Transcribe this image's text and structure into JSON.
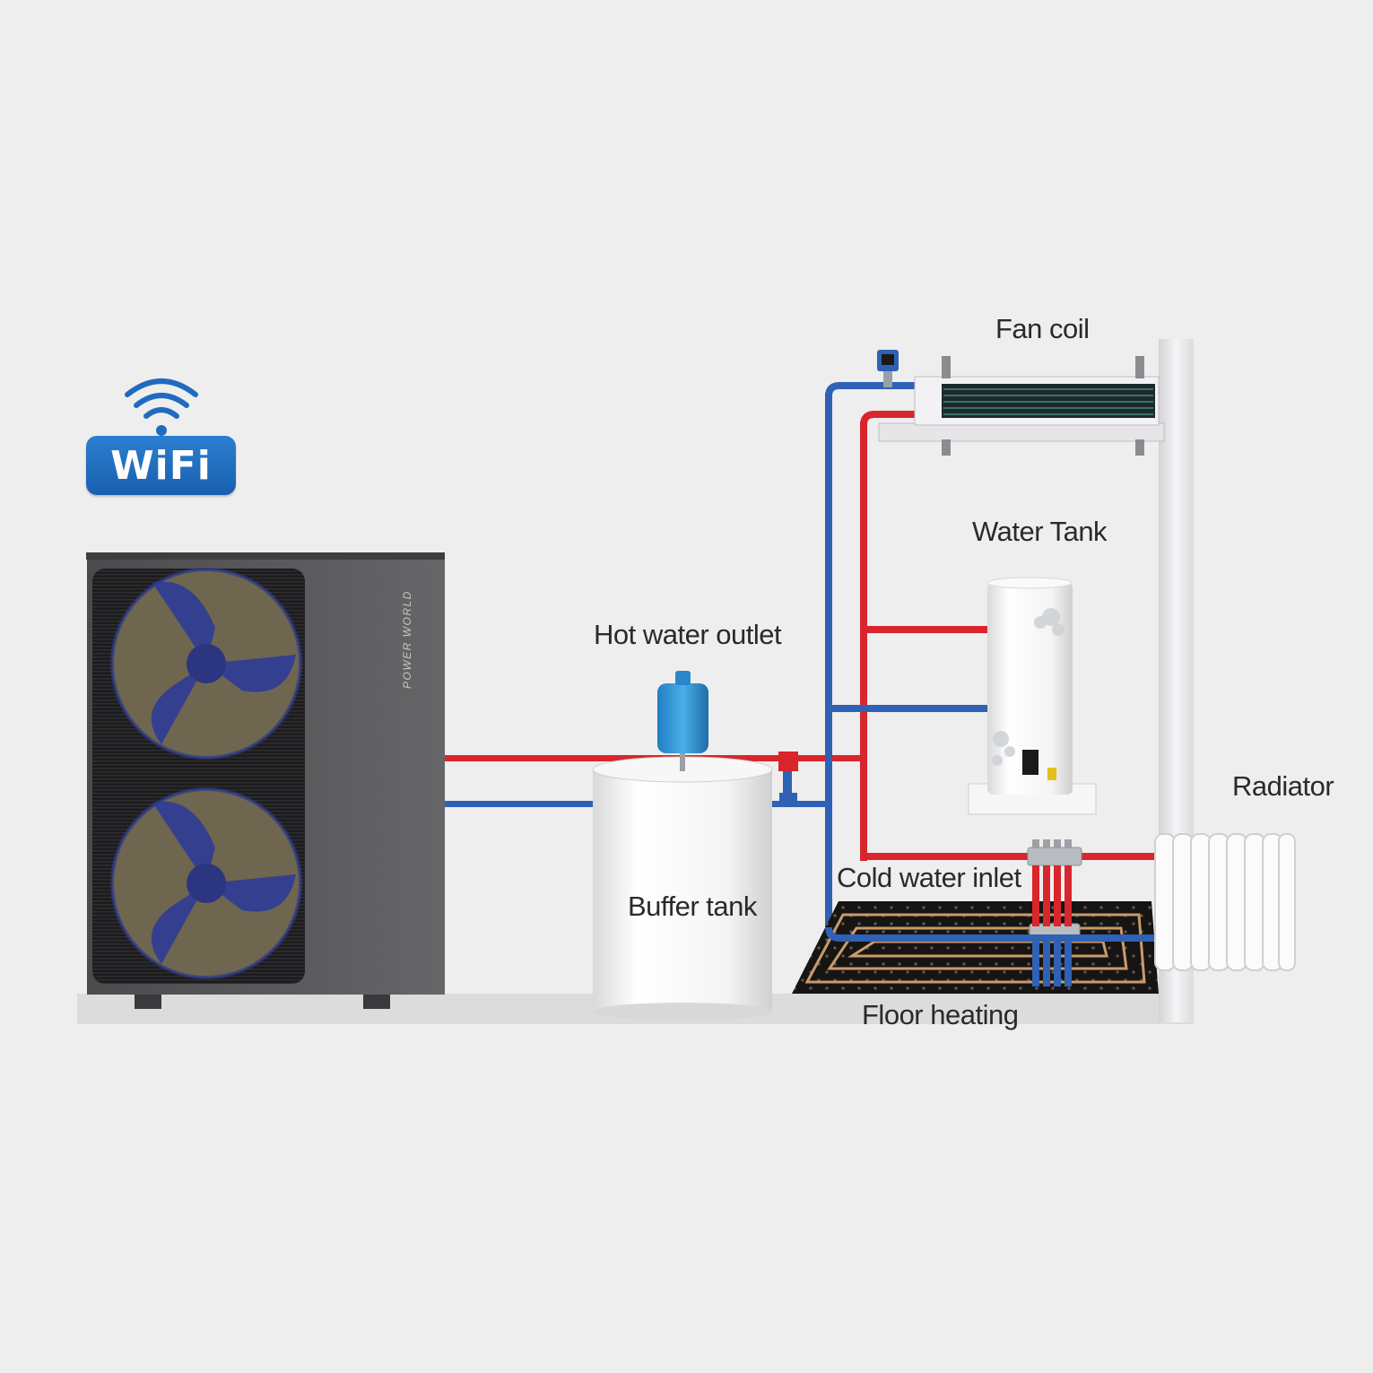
{
  "wifi": {
    "label": "WiFi",
    "icon": "wifi-icon",
    "color": "#1f6cbf"
  },
  "unit": {
    "brand": "POWER WORLD",
    "color": "#5a5a5c"
  },
  "labels": {
    "fan_coil": "Fan coil",
    "water_tank": "Water Tank",
    "hot_water_outlet": "Hot water outlet",
    "radiator": "Radiator",
    "buffer_tank": "Buffer tank",
    "cold_water_inlet": "Cold water inlet",
    "floor_heating": "Floor heating"
  },
  "colors": {
    "hot_pipe": "#d8262c",
    "cold_pipe": "#2f61b5",
    "background": "#eeeeee"
  }
}
